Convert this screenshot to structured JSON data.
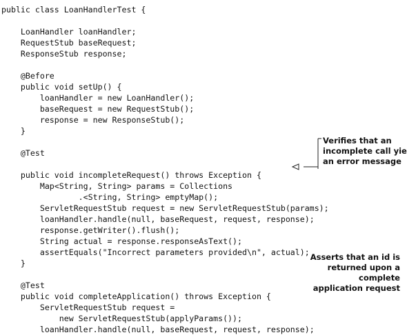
{
  "code_lines": [
    "public class LoanHandlerTest {",
    "",
    "    LoanHandler loanHandler;",
    "    RequestStub baseRequest;",
    "    ResponseStub response;",
    "",
    "    @Before",
    "    public void setUp() {",
    "        loanHandler = new LoanHandler();",
    "        baseRequest = new RequestStub();",
    "        response = new ResponseStub();",
    "    }",
    "",
    "    @Test",
    "",
    "    public void incompleteRequest() throws Exception {",
    "        Map<String, String> params = Collections",
    "                .<String, String> emptyMap();",
    "        ServletRequestStub request = new ServletRequestStub(params);",
    "        loanHandler.handle(null, baseRequest, request, response);",
    "        response.getWriter().flush();",
    "        String actual = response.responseAsText();",
    "        assertEquals(\"Incorrect parameters provided\\n\", actual);",
    "    }",
    "",
    "    @Test",
    "    public void completeApplication() throws Exception {",
    "        ServletRequestStub request =",
    "            new ServletRequestStub(applyParams());",
    "        loanHandler.handle(null, baseRequest, request, response);"
  ],
  "annotations": {
    "incomplete_request": [
      "Verifies that an",
      "incomplete call yields",
      "an error message"
    ],
    "complete_application": [
      "Asserts that an id is",
      "returned upon a",
      "complete",
      "application request"
    ]
  }
}
